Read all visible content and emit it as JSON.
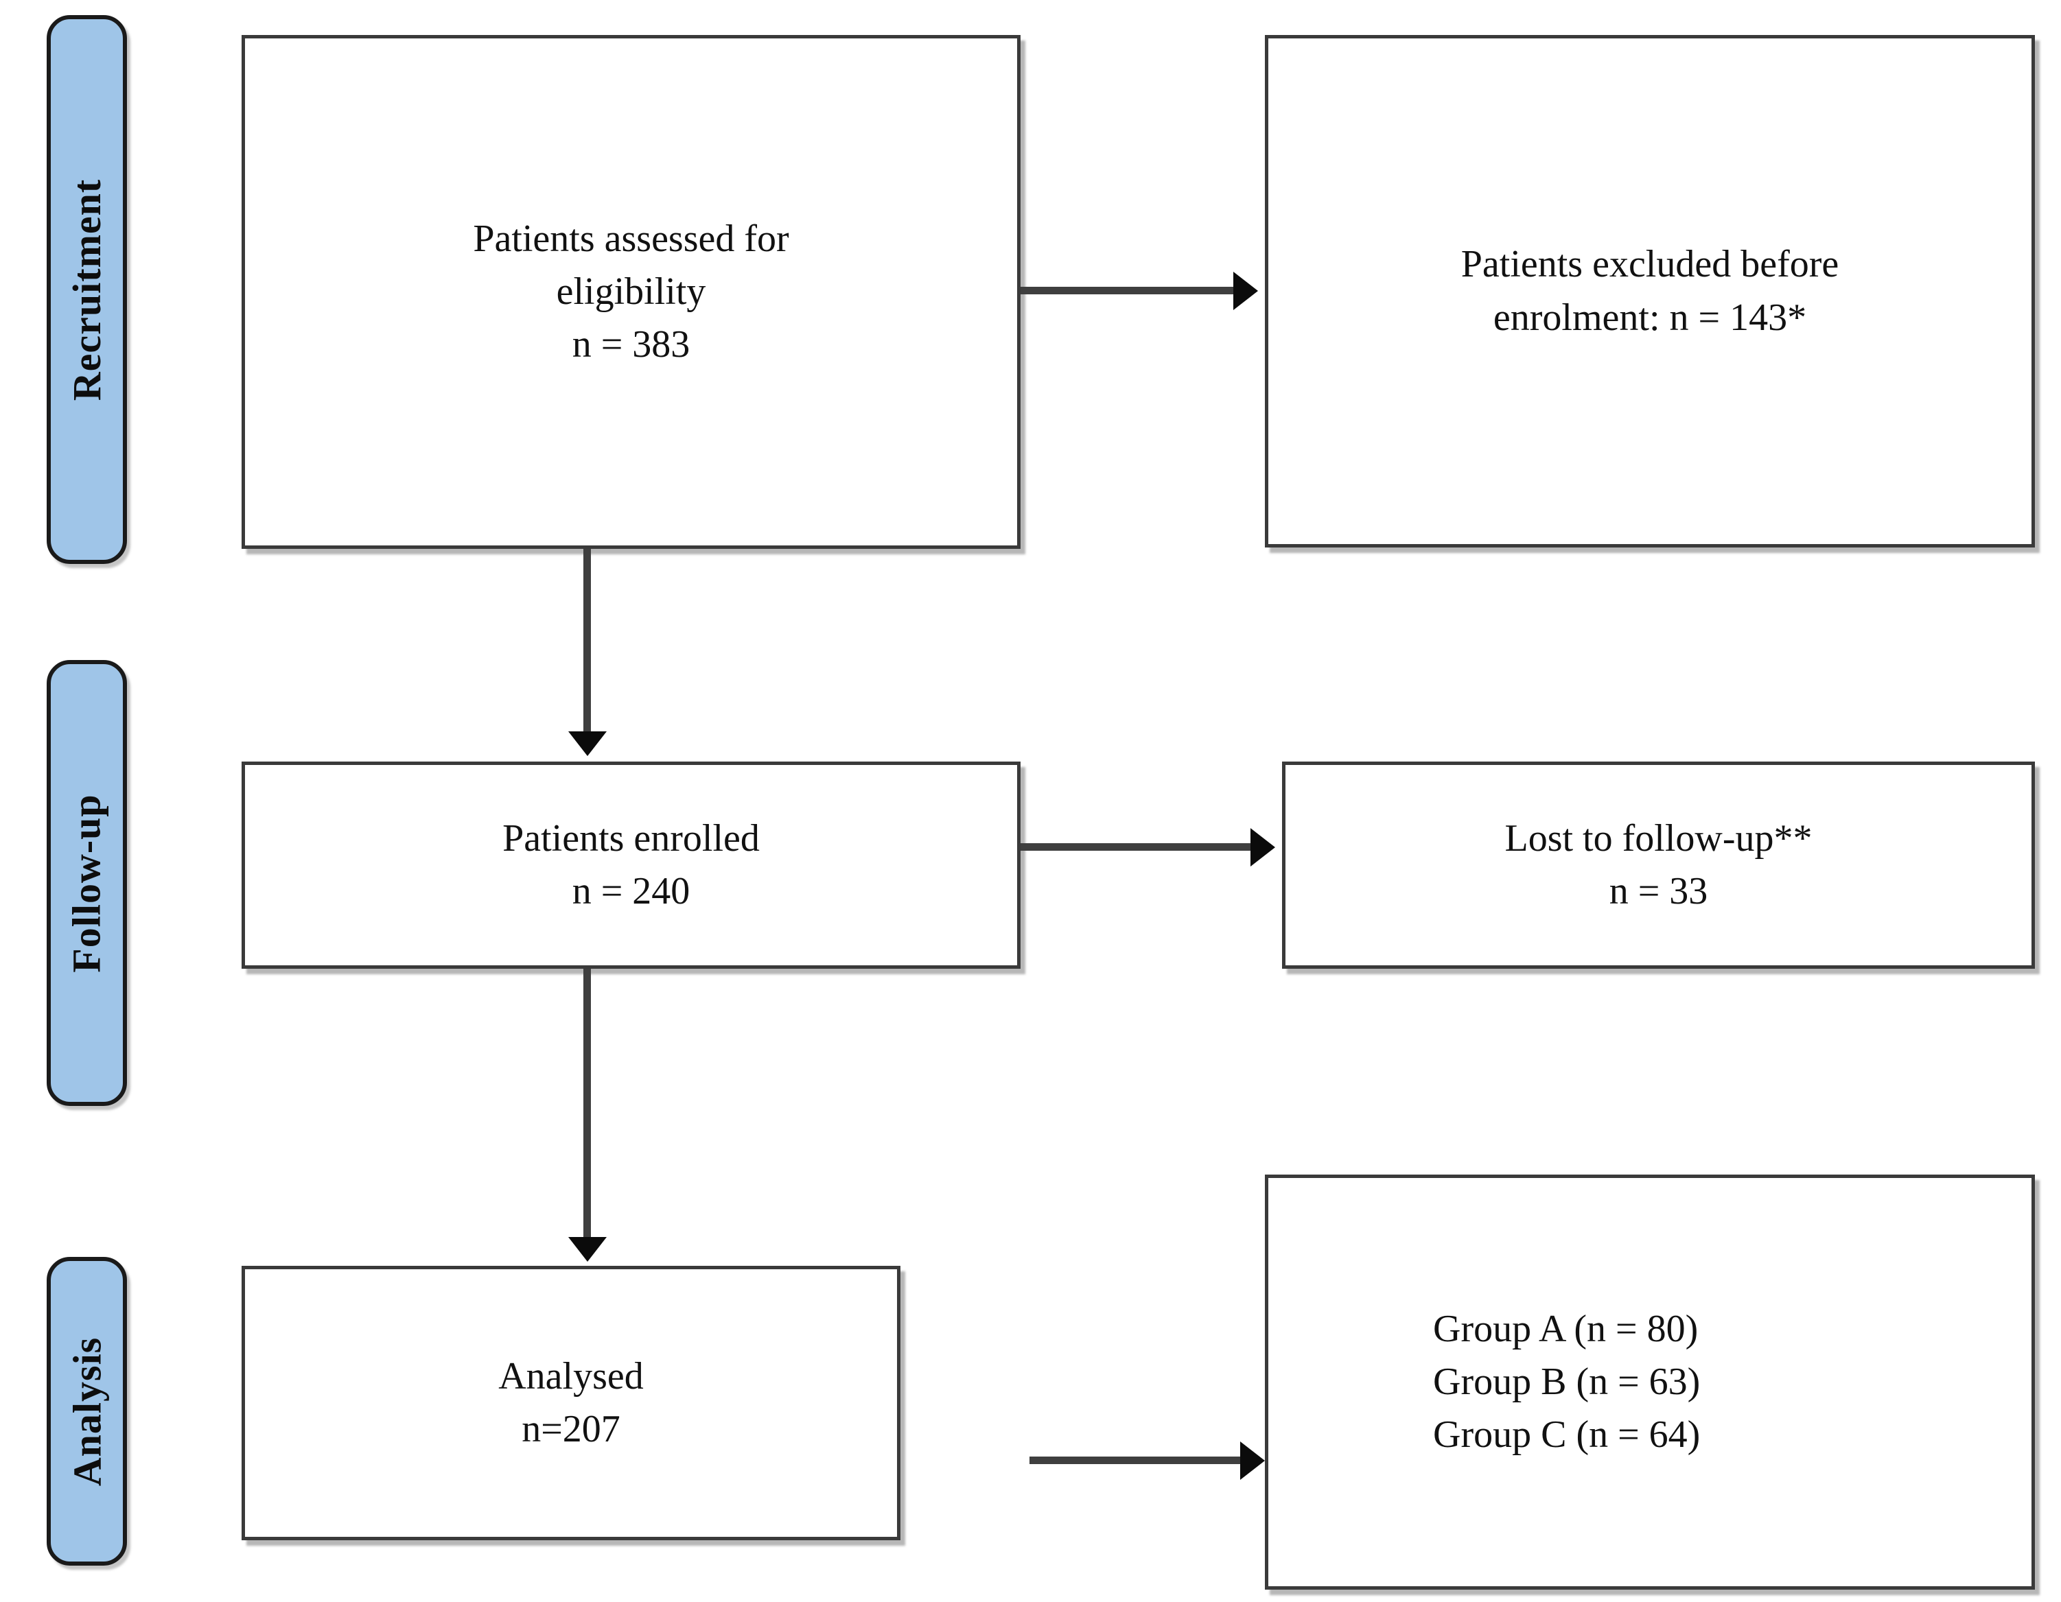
{
  "diagram": {
    "title": "CONSORT patient flow diagram",
    "accent_color": "#9FC5E8",
    "box_border_color": "#3A3A3A",
    "arrow_color": "#3F3F3F",
    "background_color": "#FFFFFF"
  },
  "stages": [
    {
      "id": "recruitment",
      "label": "Recruitment"
    },
    {
      "id": "follow-up",
      "label": "Follow-up"
    },
    {
      "id": "analysis",
      "label": "Analysis"
    }
  ],
  "boxes": {
    "assessed": {
      "lines": [
        "Patients assessed for",
        "eligibility",
        "n = 383"
      ],
      "count": 383
    },
    "excluded": {
      "lines": [
        "Patients excluded before",
        "enrolment: n = 143*"
      ],
      "count": 143,
      "footnote_marker": "*"
    },
    "enrolled": {
      "lines": [
        "Patients enrolled",
        "n = 240"
      ],
      "count": 240
    },
    "lost": {
      "lines": [
        "Lost to follow-up**",
        "n = 33"
      ],
      "count": 33,
      "footnote_marker": "**"
    },
    "analysed": {
      "lines": [
        "Analysed",
        "n=207"
      ],
      "count": 207
    },
    "groups": {
      "lines": [
        "Group A (n = 80)",
        "Group B (n = 63)",
        "Group C (n = 64)"
      ],
      "group_a": 80,
      "group_b": 63,
      "group_c": 64
    }
  },
  "arrows": [
    {
      "id": "assessed-to-excluded",
      "direction": "right"
    },
    {
      "id": "assessed-to-enrolled",
      "direction": "down"
    },
    {
      "id": "enrolled-to-lost",
      "direction": "right"
    },
    {
      "id": "enrolled-to-analysed",
      "direction": "down"
    },
    {
      "id": "analysed-to-groups",
      "direction": "right"
    }
  ]
}
